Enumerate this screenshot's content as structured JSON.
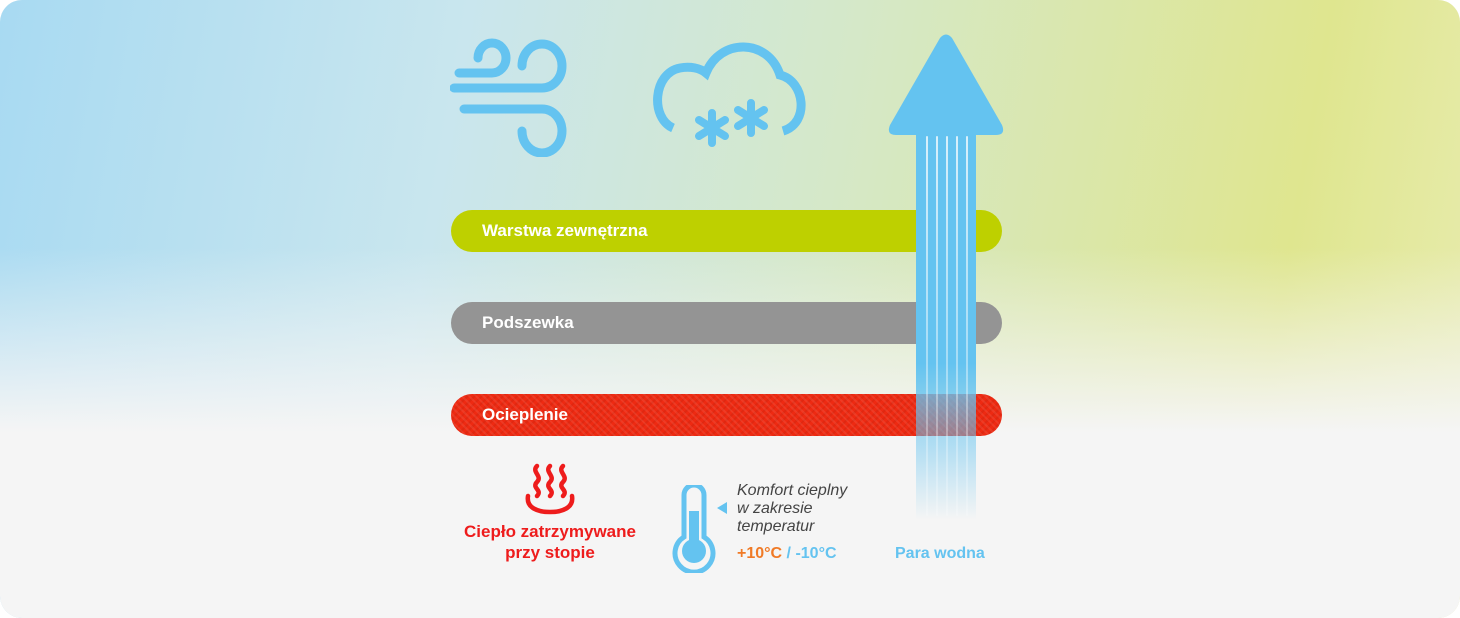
{
  "layers": [
    {
      "label": "Warstwa zewnętrzna",
      "color": "#bed000"
    },
    {
      "label": "Podszewka",
      "color": "#949494"
    },
    {
      "label": "Ocieplenie",
      "color": "#ee2a12"
    }
  ],
  "heat": {
    "label_line1": "Ciepło zatrzymywane",
    "label_line2": "przy stopie",
    "icon": "heat-icon"
  },
  "comfort": {
    "line1": "Komfort cieplny",
    "line2": "w zakresie",
    "line3": "temperatur",
    "warm": "+10°C",
    "sep": " / ",
    "cold": "-10°C",
    "icon": "thermometer-icon"
  },
  "vapor": {
    "label": "Para wodna",
    "icon": "arrow-up-icon"
  },
  "icons": [
    "wind-icon",
    "snow-cloud-icon"
  ],
  "colors": {
    "accent_blue": "#64c3f0",
    "red": "#ee1c1c",
    "orange": "#f07a26"
  }
}
